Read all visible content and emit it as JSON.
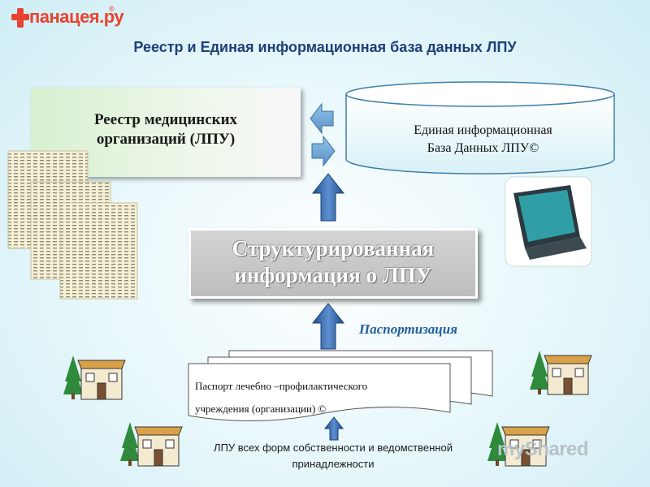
{
  "logo": {
    "text": "панацея.ру",
    "mark": "®"
  },
  "title": "Реестр и Единая информационная база данных ЛПУ",
  "registry": {
    "line1": "Реестр  медицинских",
    "line2": "организаций (ЛПУ)"
  },
  "database": {
    "line1": "Единая информационная",
    "line2": "База Данных  ЛПУ©"
  },
  "structured": {
    "line1": "Структурированная",
    "line2": "информация  о ЛПУ"
  },
  "passportization_label": "Паспортизация",
  "document": {
    "line1": "Паспорт лечебно –профилактического",
    "line2": "учреждения  (организации) ©"
  },
  "footer": {
    "line1": "ЛПУ всех форм собственности и ведомственной",
    "line2": "принадлежности"
  },
  "watermark": "myShared",
  "colors": {
    "title": "#1f3f7a",
    "arrow": "#2a5fa4",
    "passport_label": "#1f5fa0",
    "logo": "#e8432f"
  }
}
